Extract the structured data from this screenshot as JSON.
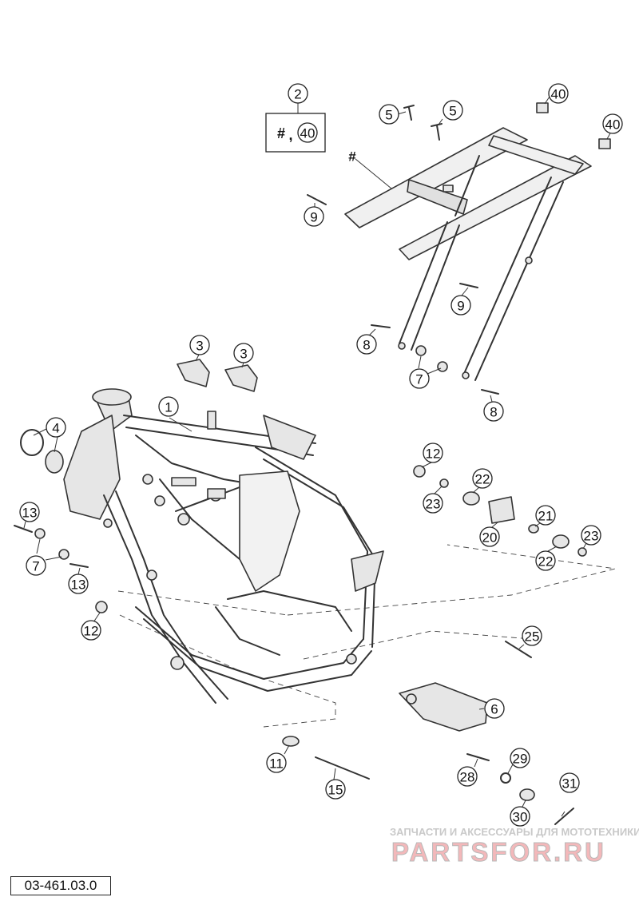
{
  "diagram": {
    "ref_code": "03-461.03.0",
    "group_label": "#",
    "callouts": {
      "c1": "1",
      "c2": "2",
      "c3a": "3",
      "c3b": "3",
      "c4": "4",
      "c5a": "5",
      "c5b": "5",
      "c6": "6",
      "c7a": "7",
      "c7b": "7",
      "c8a": "8",
      "c8b": "8",
      "c9a": "9",
      "c9b": "9",
      "c11": "11",
      "c12a": "12",
      "c12b": "12",
      "c13a": "13",
      "c13b": "13",
      "c15": "15",
      "c20": "20",
      "c21": "21",
      "c22a": "22",
      "c22b": "22",
      "c23a": "23",
      "c23b": "23",
      "c25": "25",
      "c28": "28",
      "c29": "29",
      "c30": "30",
      "c31": "31",
      "c40a": "40",
      "c40b": "40",
      "c40box": "40"
    },
    "watermark": {
      "top": "ЗАПЧАСТИ И АКСЕССУАРЫ ДЛЯ МОТОТЕХНИКИ",
      "brand": "PARTSFOR.RU"
    }
  }
}
